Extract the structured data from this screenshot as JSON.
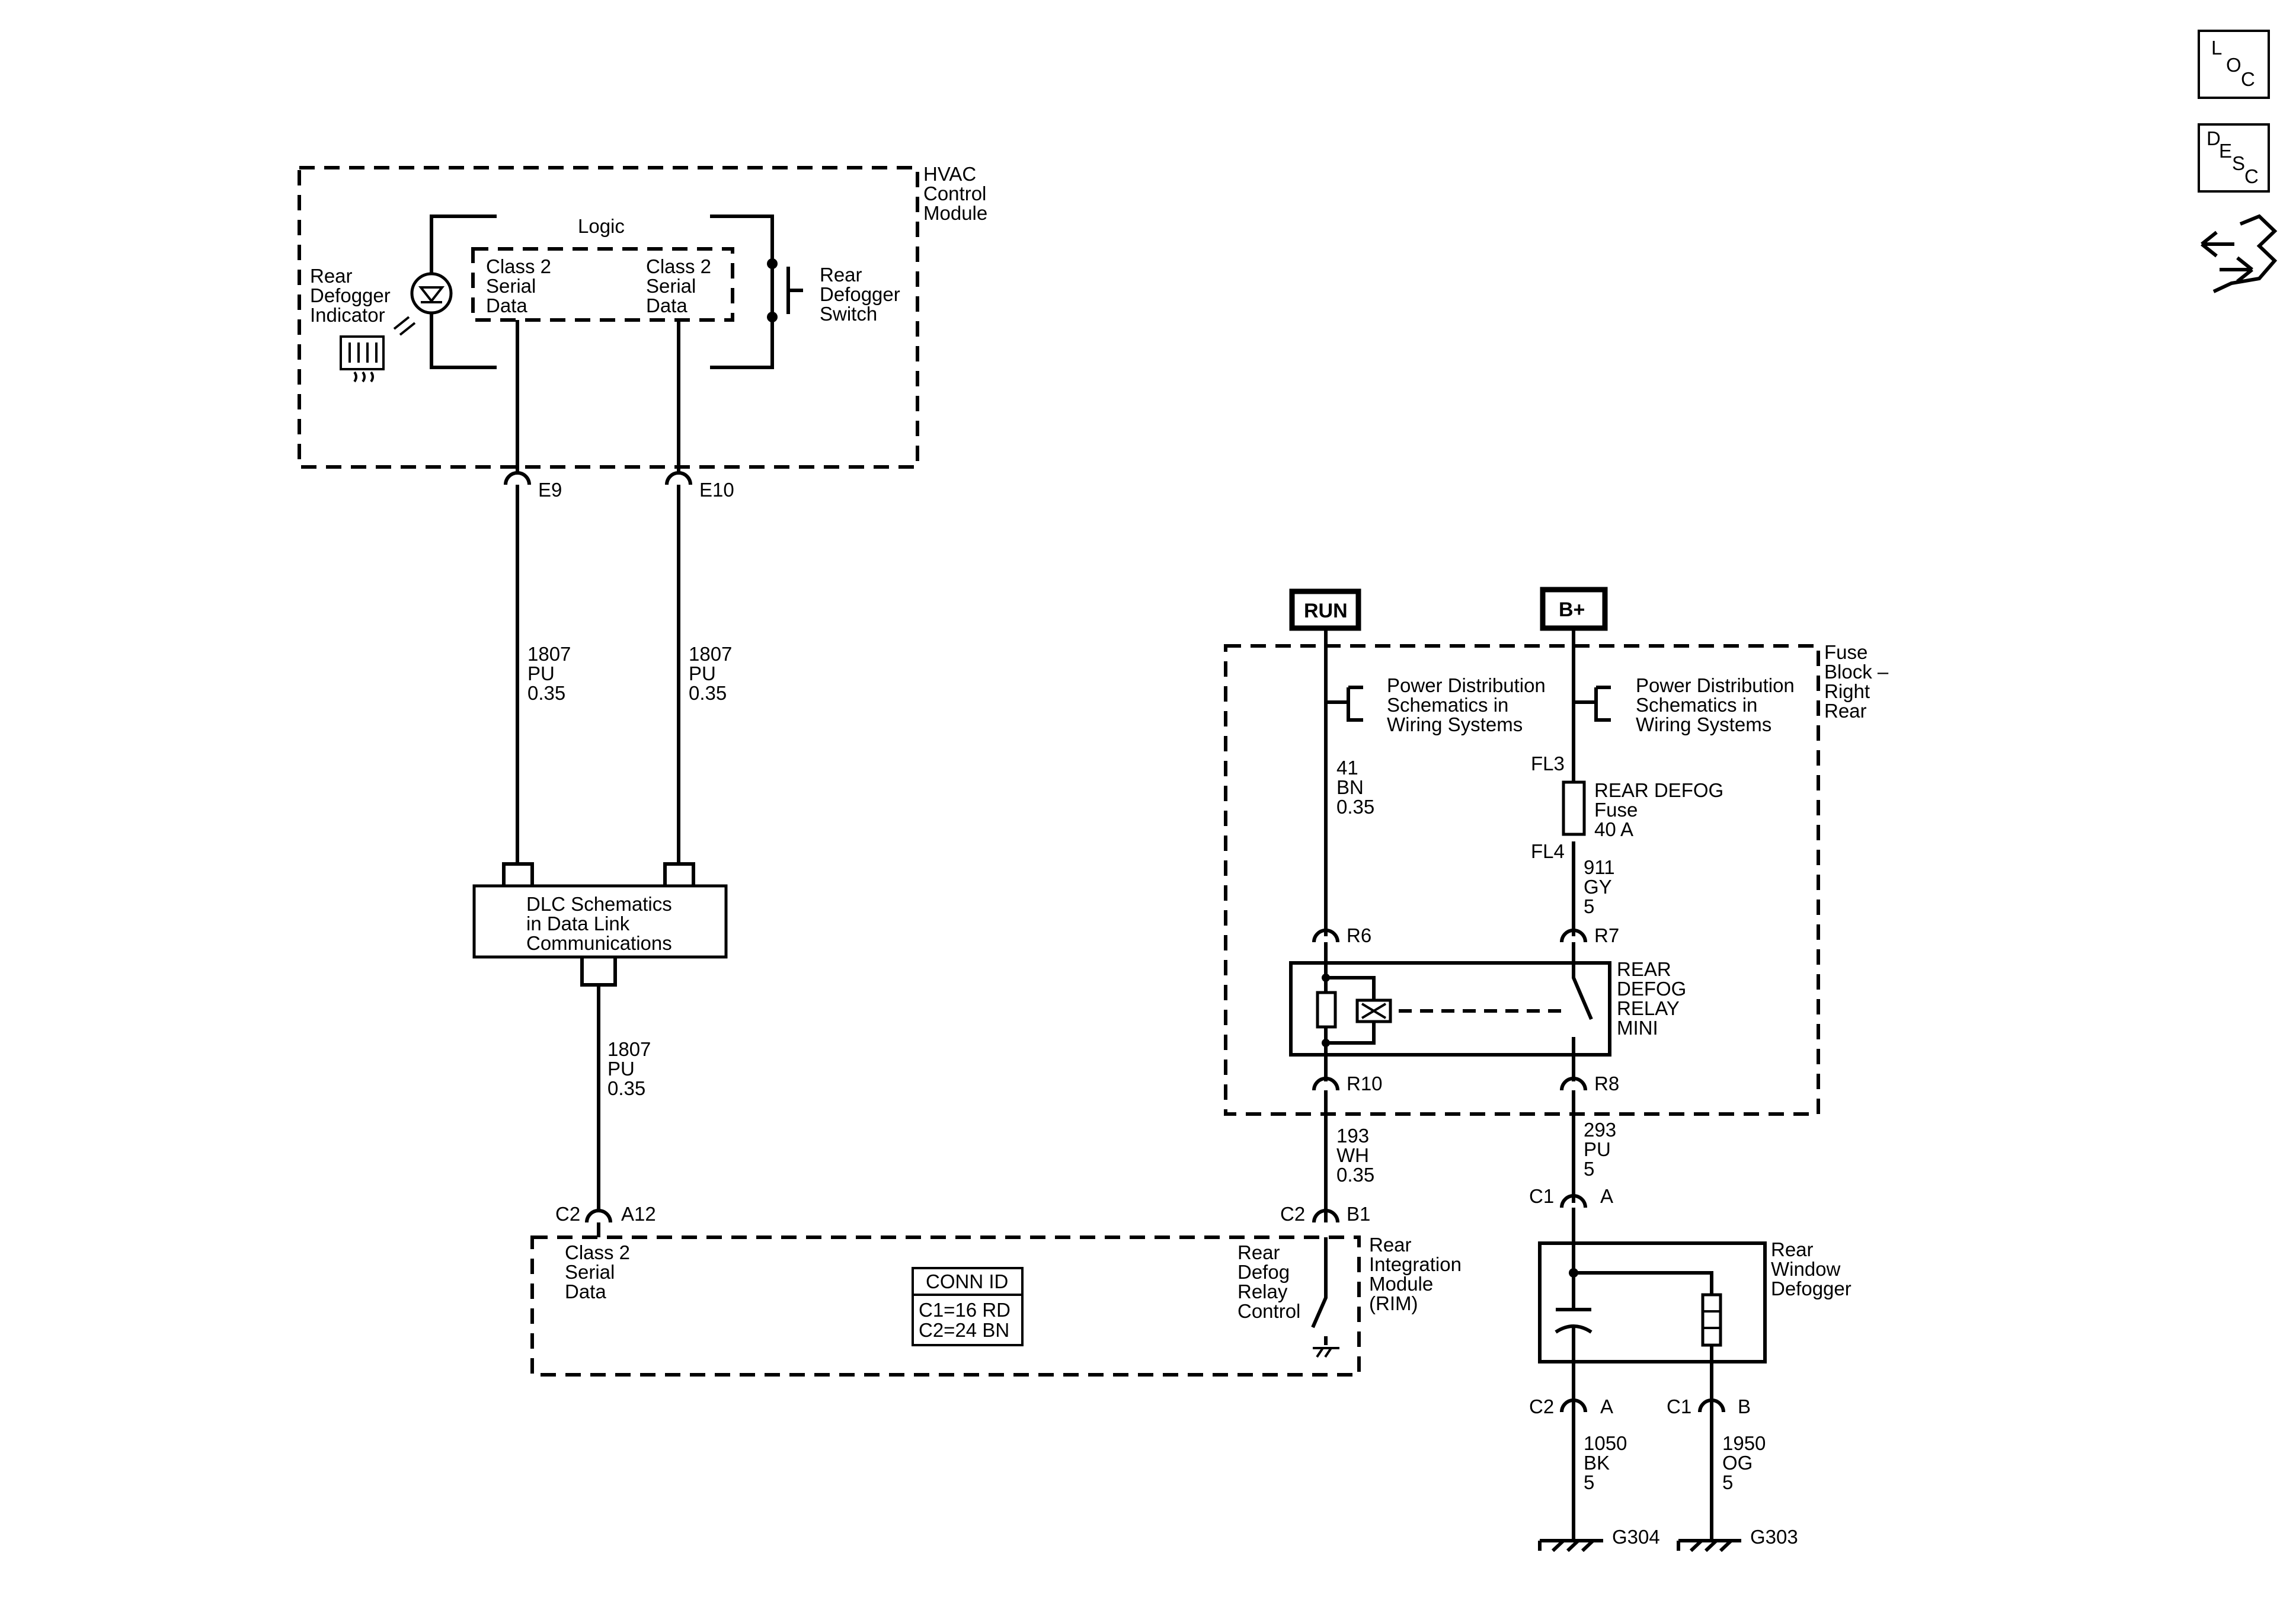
{
  "nav": {
    "loc_label": [
      "L",
      "O",
      "C"
    ],
    "desc_label": [
      "D",
      "E",
      "S",
      "C"
    ],
    "link_icon": "connector-navigation-icon"
  },
  "hvac": {
    "title": [
      "HVAC",
      "Control",
      "Module"
    ],
    "logic": "Logic",
    "serial_left": [
      "Class 2",
      "Serial",
      "Data"
    ],
    "serial_right": [
      "Class 2",
      "Serial",
      "Data"
    ],
    "indicator": [
      "Rear",
      "Defogger",
      "Indicator"
    ],
    "switch": [
      "Rear",
      "Defogger",
      "Switch"
    ],
    "pin_e9": "E9",
    "pin_e10": "E10"
  },
  "wires": {
    "w1807a": [
      "1807",
      "PU",
      "0.35"
    ],
    "w1807b": [
      "1807",
      "PU",
      "0.35"
    ],
    "w1807c": [
      "1807",
      "PU",
      "0.35"
    ],
    "w41": [
      "41",
      "BN",
      "0.35"
    ],
    "w911": [
      "911",
      "GY",
      "5"
    ],
    "w193": [
      "193",
      "WH",
      "0.35"
    ],
    "w293": [
      "293",
      "PU",
      "5"
    ],
    "w1050": [
      "1050",
      "BK",
      "5"
    ],
    "w1950": [
      "1950",
      "OG",
      "5"
    ]
  },
  "dlc": [
    "DLC Schematics",
    "in Data Link",
    "Communications"
  ],
  "power": {
    "run": "RUN",
    "bplus": "B+",
    "pds_left": [
      "Power Distribution",
      "Schematics in",
      "Wiring Systems"
    ],
    "pds_right": [
      "Power Distribution",
      "Schematics in",
      "Wiring Systems"
    ],
    "fuse_block": [
      "Fuse",
      "Block –",
      "Right",
      "Rear"
    ],
    "fl3": "FL3",
    "fl4": "FL4",
    "fuse": [
      "REAR DEFOG",
      "Fuse",
      "40 A"
    ],
    "relay": [
      "REAR",
      "DEFOG",
      "RELAY",
      "MINI"
    ],
    "r6": "R6",
    "r7": "R7",
    "r10": "R10",
    "r8": "R8"
  },
  "rim": {
    "serial": [
      "Class 2",
      "Serial",
      "Data"
    ],
    "conn_title": "CONN ID",
    "conn_rows": [
      "C1=16 RD",
      "C2=24 BN"
    ],
    "relay_ctrl": [
      "Rear",
      "Defog",
      "Relay",
      "Control"
    ],
    "title": [
      "Rear",
      "Integration",
      "Module",
      "(RIM)"
    ],
    "c2_left": "C2",
    "a12": "A12",
    "c2_right": "C2",
    "b1": "B1"
  },
  "defogger": {
    "title": [
      "Rear",
      "Window",
      "Defogger"
    ],
    "c1_top": "C1",
    "a_top": "A",
    "c2_bot": "C2",
    "a_bot": "A",
    "c1_bot": "C1",
    "b_bot": "B",
    "g304": "G304",
    "g303": "G303"
  }
}
